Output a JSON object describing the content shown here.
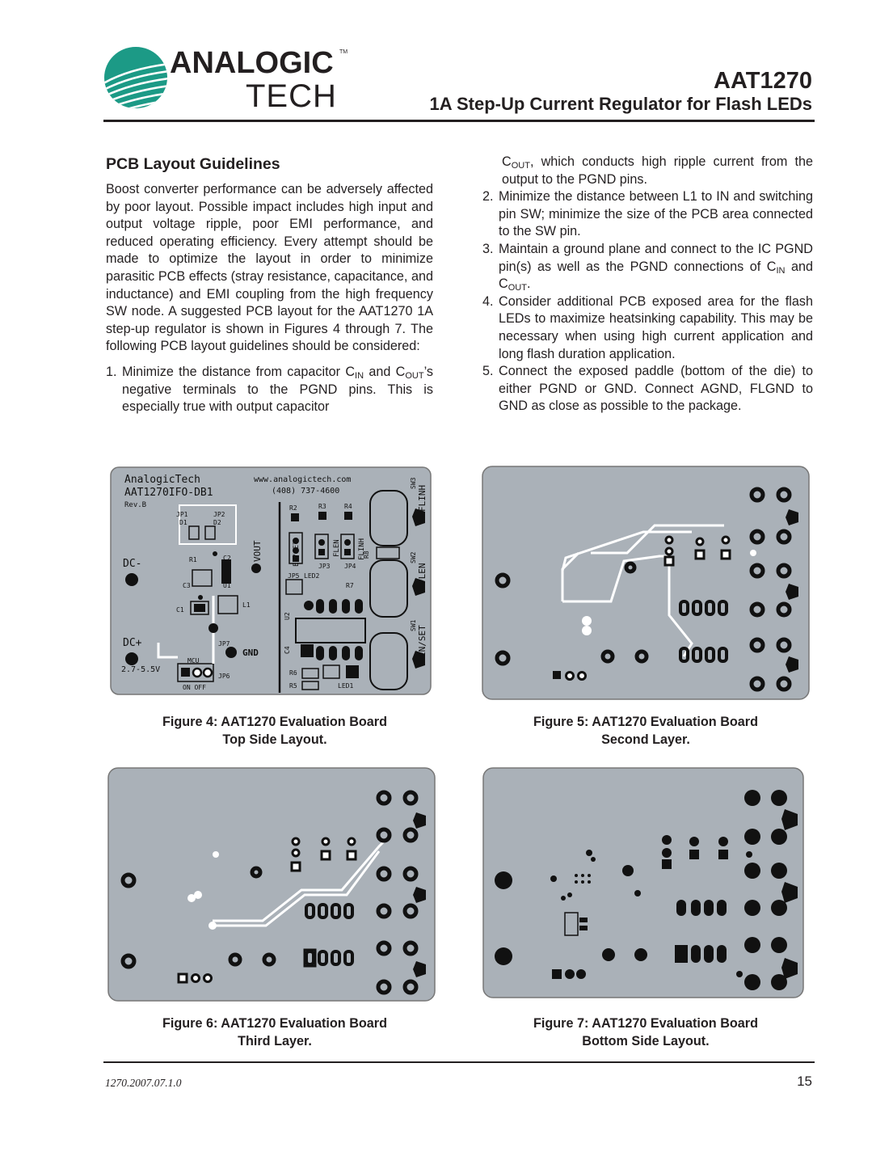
{
  "header": {
    "logo_line1": "ANALOGIC",
    "logo_line2": "TECH",
    "logo_tm": "TM",
    "part_number": "AAT1270",
    "subtitle": "1A Step-Up Current Regulator for Flash LEDs"
  },
  "section": {
    "heading": "PCB Layout Guidelines",
    "intro": "Boost converter performance can be adversely affected by poor layout. Possible impact includes high input and output voltage ripple, poor EMI performance, and reduced operating efficiency. Every attempt should be made to optimize the layout in order to minimize parasitic PCB effects (stray resistance, capacitance, and inductance) and EMI coupling from the high frequency SW node. A suggested PCB layout for the AAT1270 1A step-up regulator is shown in Figures 4 through 7. The following PCB layout guidelines should be considered:",
    "items": [
      {
        "num": "1.",
        "a": "Minimize the distance from capacitor C",
        "a_sub": "IN",
        "b": " and C",
        "b_sub": "OUT",
        "c": "’s negative terminals to the PGND pins. This is especially true with output capacitor"
      },
      {
        "cont_a": "C",
        "cont_sub": "OUT",
        "cont_b": ", which conducts high ripple current from the output to the PGND pins."
      },
      {
        "num": "2.",
        "text": "Minimize the distance between L1 to IN and switching pin SW; minimize the size of the PCB area connected to the SW pin."
      },
      {
        "num": "3.",
        "a": "Maintain a ground plane and connect to the IC PGND pin(s) as well as the PGND connections of C",
        "a_sub": "IN",
        "b": " and C",
        "b_sub": "OUT",
        "c": "."
      },
      {
        "num": "4.",
        "text": "Consider additional PCB exposed area for the flash LEDs to maximize heatsinking capability. This may be necessary when using high current application and long flash duration application."
      },
      {
        "num": "5.",
        "text": "Connect the exposed paddle (bottom of the die) to either PGND or GND.  Connect AGND, FLGND to GND as close as possible to the package."
      }
    ]
  },
  "figures": [
    {
      "caption1": "Figure 4: AAT1270 Evaluation Board",
      "caption2": "Top Side Layout."
    },
    {
      "caption1": "Figure 5: AAT1270 Evaluation Board",
      "caption2": "Second Layer."
    },
    {
      "caption1": "Figure 6: AAT1270 Evaluation Board",
      "caption2": "Third Layer."
    },
    {
      "caption1": "Figure 7: AAT1270 Evaluation Board",
      "caption2": "Bottom Side Layout."
    }
  ],
  "board_top": {
    "brand": "AnalogicTech",
    "model": "AAT1270IFO-DB1",
    "rev": "Rev.B",
    "url": "www.analogictech.com",
    "phone": "(408) 737-4600",
    "dc_minus": "DC-",
    "dc_plus": "DC+",
    "voltage": "2.7-5.5V",
    "gnd": "GND",
    "vout": "VOUT",
    "mcu": "MCU",
    "on_off": "ON  OFF",
    "flinh": "FLINH",
    "flen": "FLEN",
    "enset": "EN/SET",
    "labels": [
      "JP1",
      "JP2",
      "D1",
      "D2",
      "R1",
      "C2",
      "C3",
      "U1",
      "C1",
      "L1",
      "JP7",
      "JP6",
      "R2",
      "R3",
      "R4",
      "JP5",
      "JP3",
      "JP4",
      "LED2",
      "R7",
      "R8",
      "U2",
      "C4",
      "R6",
      "R5",
      "LED1",
      "SW1",
      "SW2",
      "SW3"
    ]
  },
  "footer": {
    "doc_id": "1270.2007.07.1.0",
    "page": "15"
  },
  "colors": {
    "teal": "#1c9a86",
    "board_gray": "#aab1b8",
    "text": "#231f20"
  }
}
